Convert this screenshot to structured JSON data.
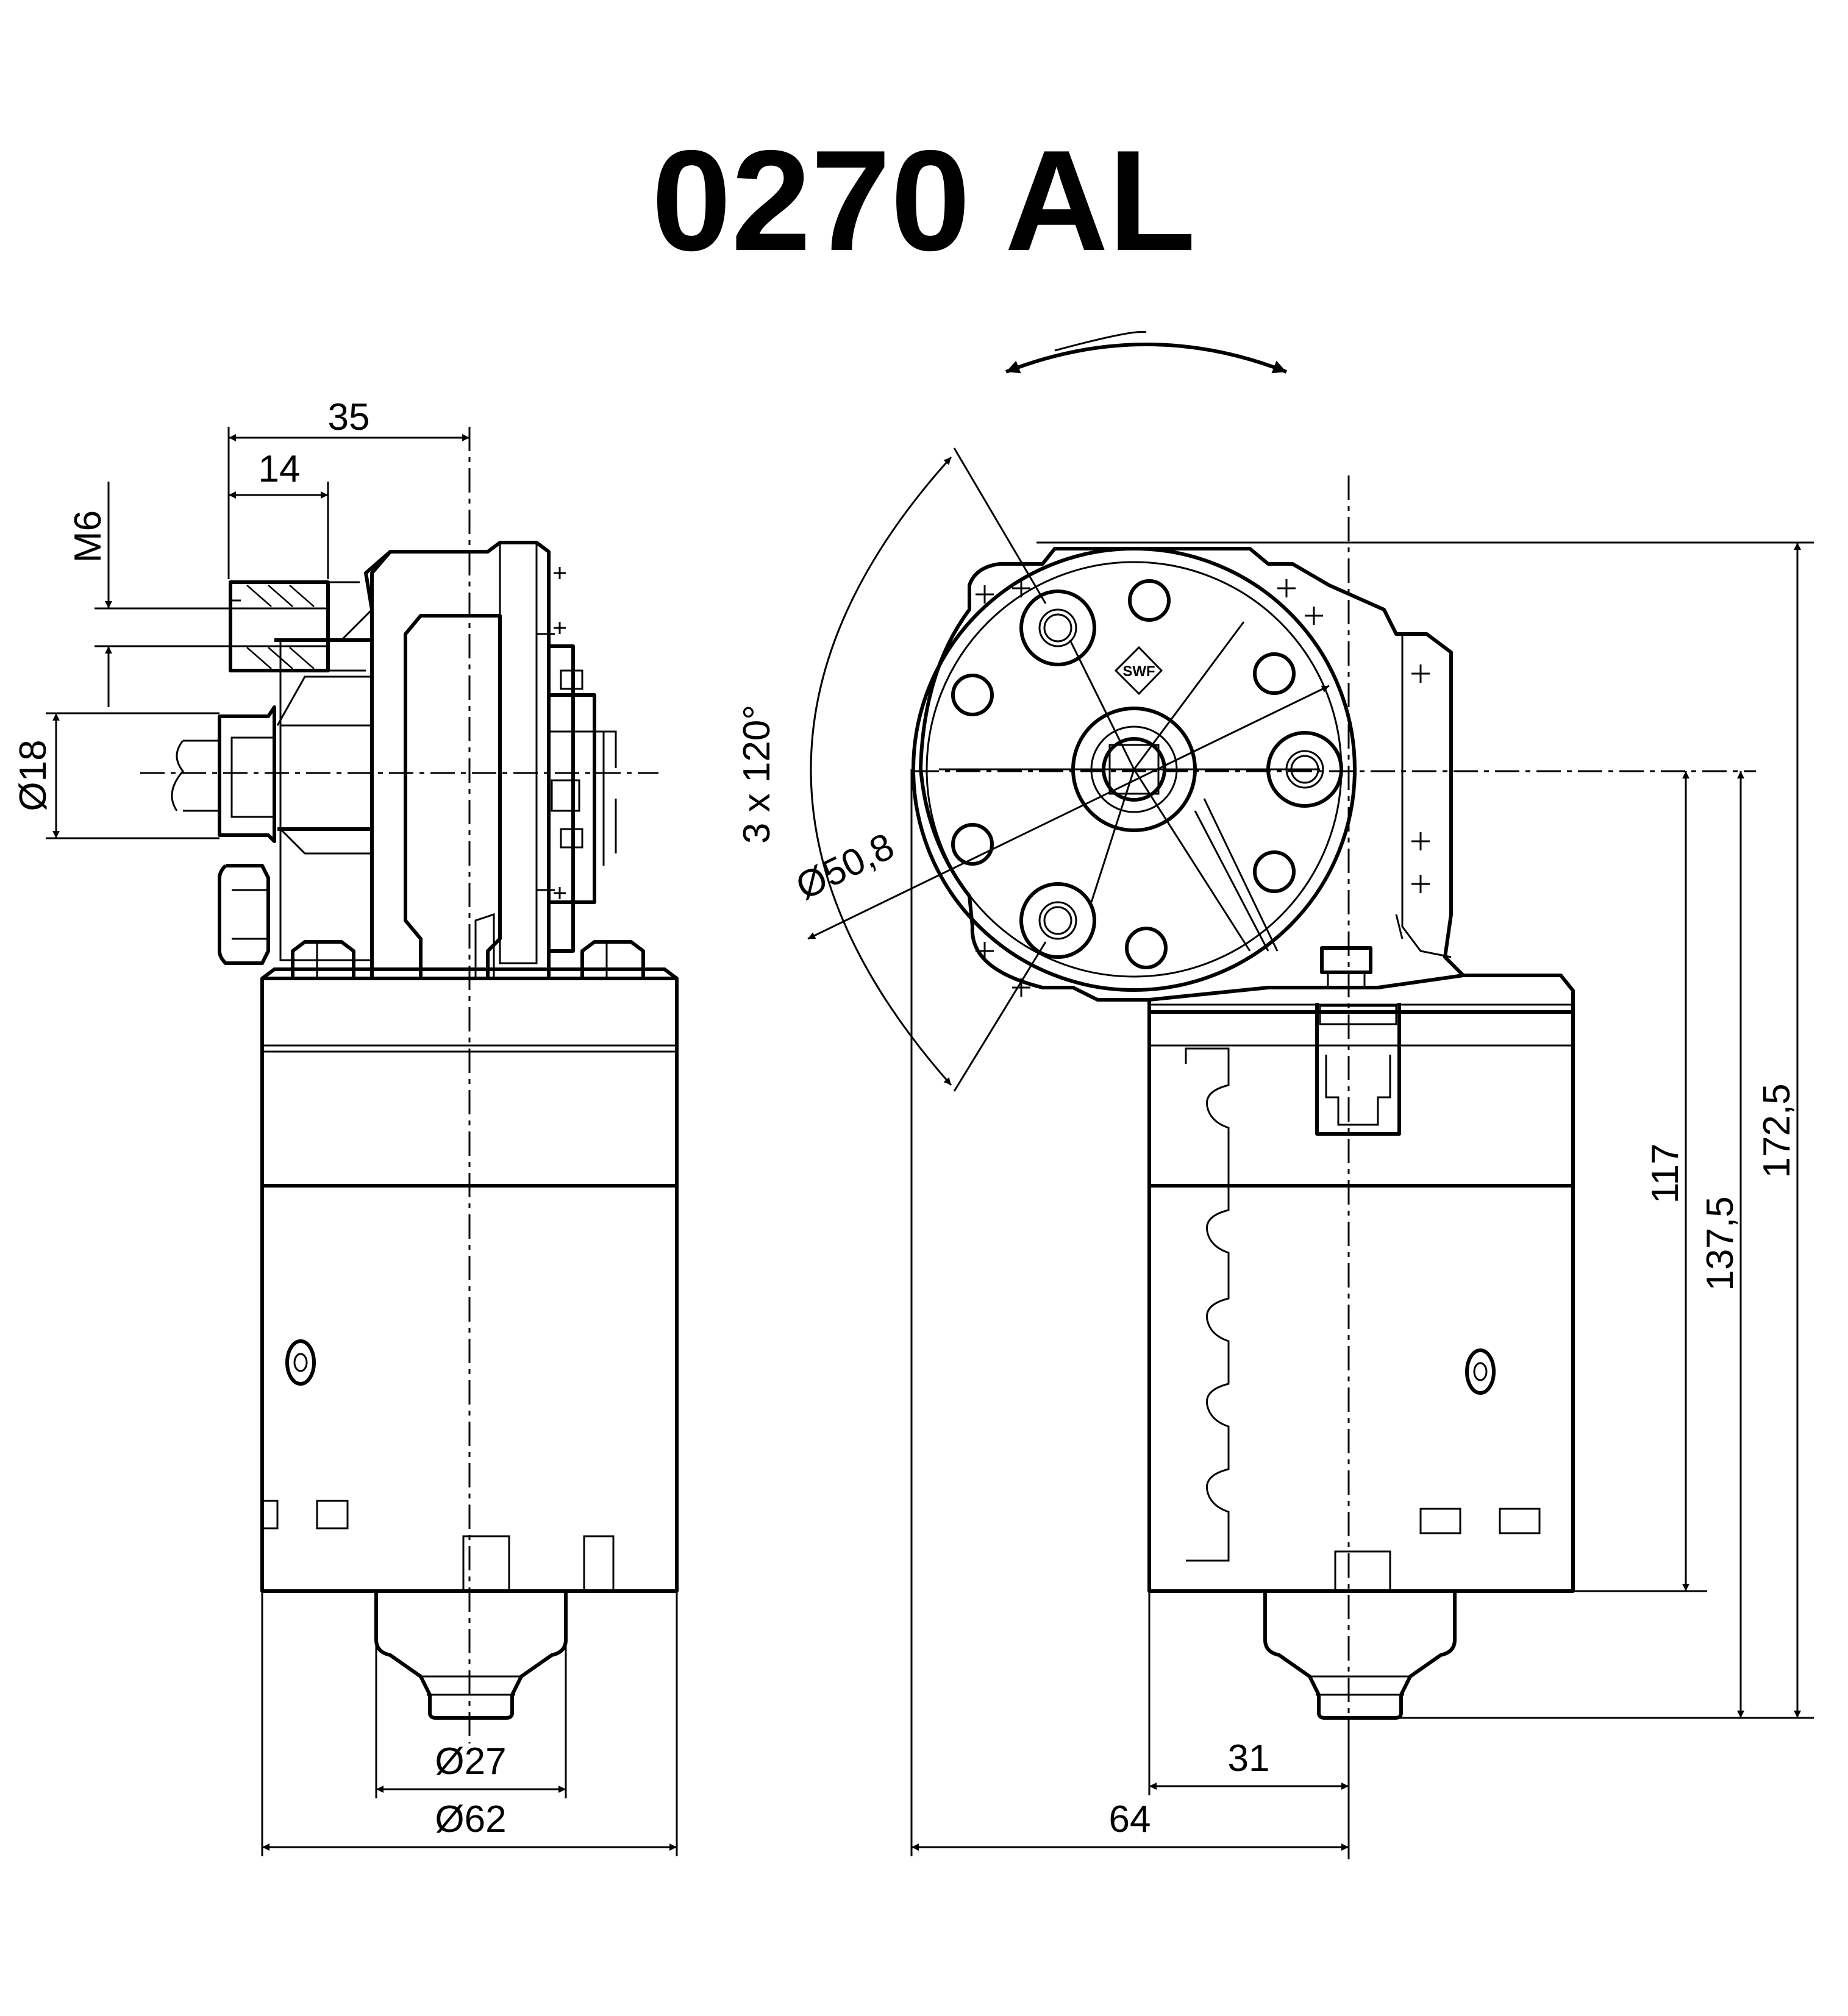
{
  "drawing": {
    "title": "0270 AL",
    "logo_text": "SWF",
    "dimensions": {
      "side_width_35": "35",
      "side_width_14": "14",
      "thread_m6": "M6",
      "shaft_dia_18": "Ø18",
      "bottom_dia_27": "Ø27",
      "body_dia_62": "Ø62",
      "bolt_circle_50_8": "Ø50,8",
      "hole_pattern": "3 x 120°",
      "width_31": "31",
      "width_64": "64",
      "height_117": "117",
      "height_137_5": "137,5",
      "height_172_5": "172,5"
    },
    "icons": {
      "rotation": "double-headed-rotation-arrow-icon",
      "logo": "swf-logo-icon"
    }
  }
}
